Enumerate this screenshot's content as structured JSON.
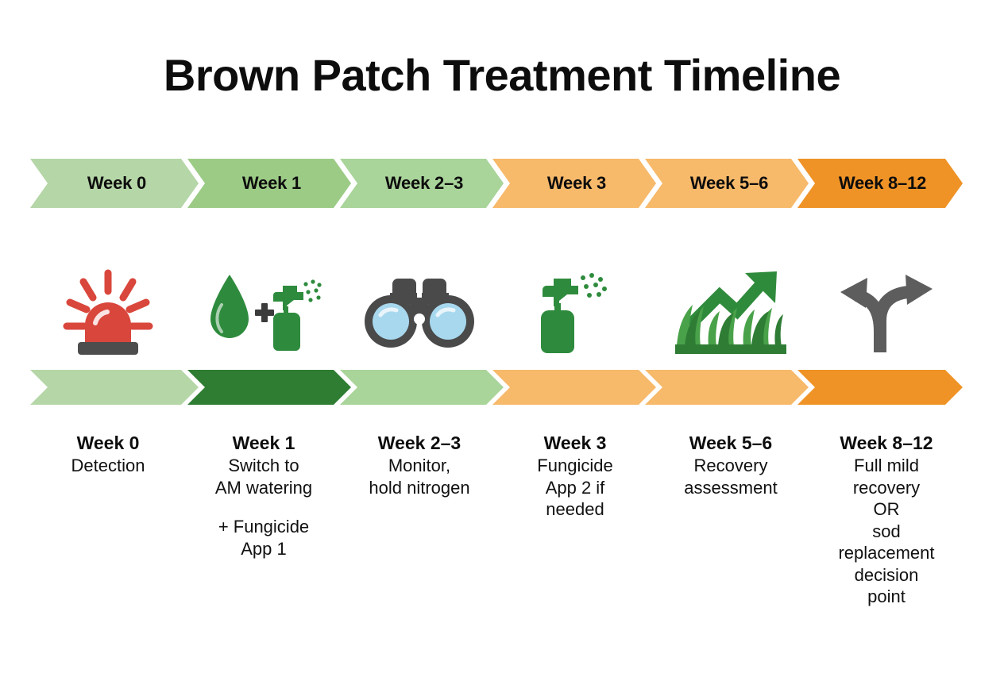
{
  "title": "Brown Patch Treatment Timeline",
  "colors": {
    "green_light": "#b5d6a7",
    "green_mid": "#9ccb86",
    "green_light2": "#a9d49a",
    "green_dark": "#2e7d32",
    "orange_light": "#f7b96a",
    "orange_mid": "#f6b15c",
    "orange_deep": "#ef9327",
    "text": "#0d0d0d",
    "background": "#ffffff",
    "alarm_red": "#d9463c",
    "icon_gray": "#5a5a5a",
    "lens_blue": "#a7d8ee"
  },
  "top_bar": {
    "segments": [
      {
        "label": "Week 0",
        "color": "#b5d6a7"
      },
      {
        "label": "Week 1",
        "color": "#9ccb86"
      },
      {
        "label": "Week 2–3",
        "color": "#a9d49a"
      },
      {
        "label": "Week 3",
        "color": "#f7b96a"
      },
      {
        "label": "Week 5–6",
        "color": "#f7b96a"
      },
      {
        "label": "Week 8–12",
        "color": "#ef9327"
      }
    ]
  },
  "bottom_bar": {
    "segments": [
      {
        "color": "#b5d6a7"
      },
      {
        "color": "#2e7d32"
      },
      {
        "color": "#a9d49a"
      },
      {
        "color": "#f7b96a"
      },
      {
        "color": "#f7b96a"
      },
      {
        "color": "#ef9327"
      }
    ]
  },
  "icons": [
    {
      "name": "alarm-light-icon",
      "meaning": "detection alert"
    },
    {
      "name": "water-drop-plus-spray-bottle-icon",
      "meaning": "watering plus fungicide"
    },
    {
      "name": "binoculars-icon",
      "meaning": "monitoring"
    },
    {
      "name": "spray-bottle-icon",
      "meaning": "fungicide application"
    },
    {
      "name": "grass-growth-arrow-icon",
      "meaning": "recovery growth"
    },
    {
      "name": "fork-decision-arrows-icon",
      "meaning": "decision point"
    }
  ],
  "captions": [
    {
      "week": "Week 0",
      "lines": [
        "Detection"
      ],
      "extra": []
    },
    {
      "week": "Week 1",
      "lines": [
        "Switch to",
        "AM watering"
      ],
      "extra": [
        "+ Fungicide",
        "App 1"
      ]
    },
    {
      "week": "Week 2–3",
      "lines": [
        "Monitor,",
        "hold nitrogen"
      ],
      "extra": []
    },
    {
      "week": "Week 3",
      "lines": [
        "Fungicide",
        "App 2 if",
        "needed"
      ],
      "extra": []
    },
    {
      "week": "Week 5–6",
      "lines": [
        "Recovery",
        "assessment"
      ],
      "extra": []
    },
    {
      "week": "Week 8–12",
      "lines": [
        "Full mild",
        "recovery",
        "OR",
        "sod",
        "replacement",
        "decision",
        "point"
      ],
      "extra": []
    }
  ]
}
